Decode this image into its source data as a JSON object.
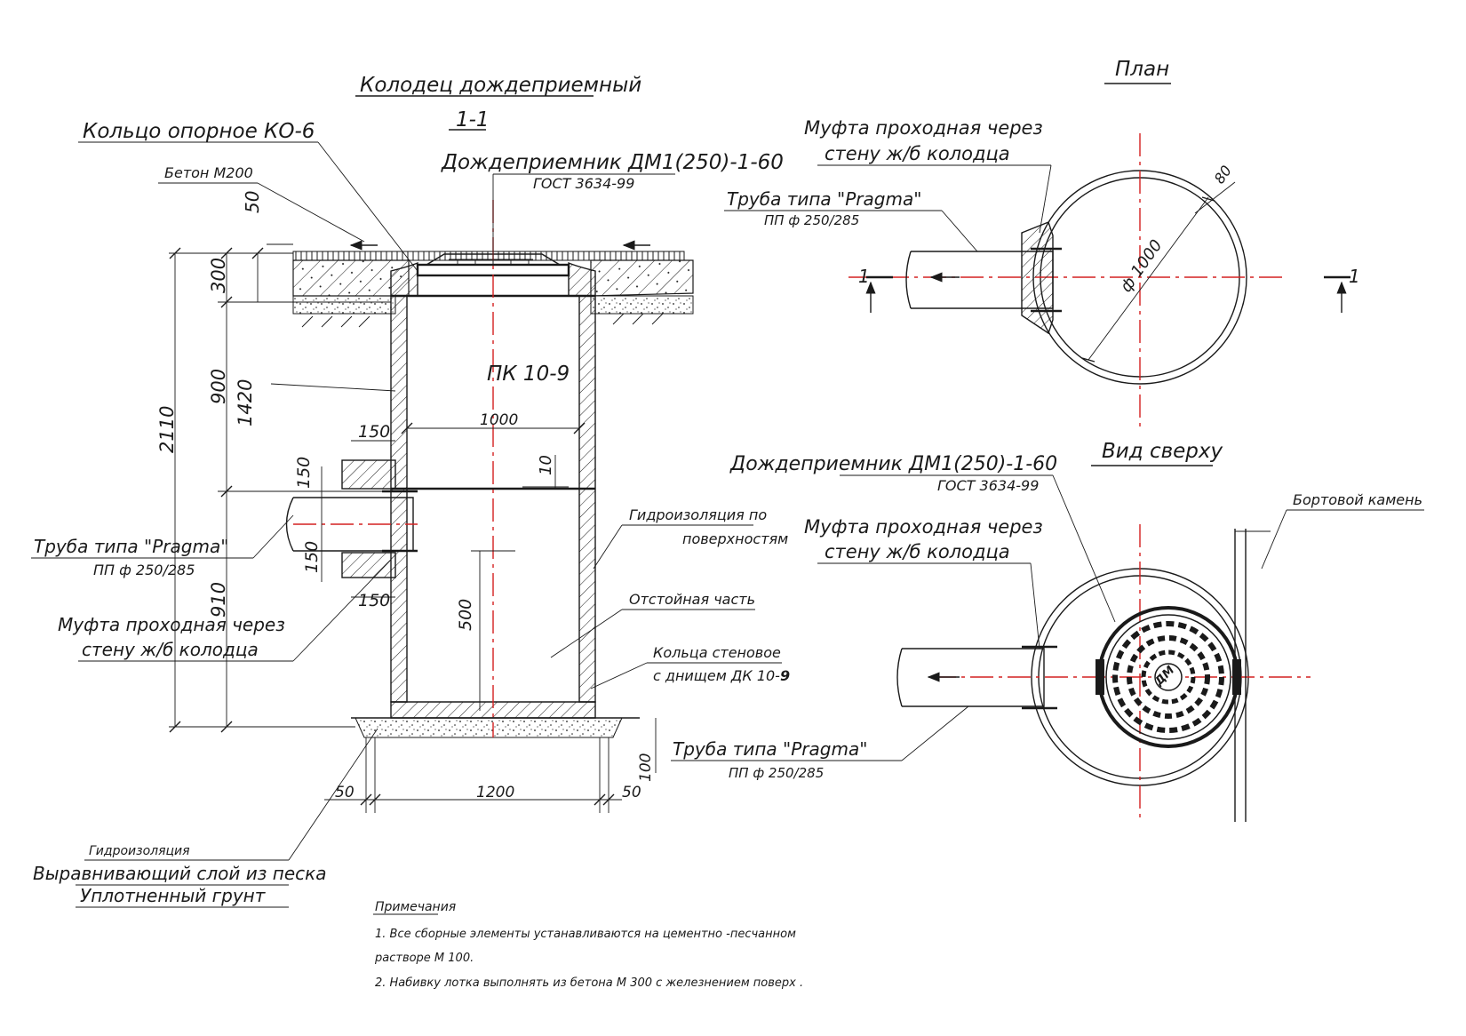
{
  "section": {
    "title": "Колодец дождеприемный",
    "section_mark": "1-1",
    "ring_support": "Кольцо опорное КО-6",
    "concrete": "Бетон М200",
    "inlet": "Дождеприемник ДМ1(250)-1-60",
    "inlet_gost": "ГОСТ 3634-99",
    "shaft_label": "ПК 10-9",
    "pipe": "Труба типа \"Pragma\"",
    "pipe_spec": "ПП  ф 250/285",
    "sleeve_1": "Муфта проходная через",
    "sleeve_2": "стену ж/б колодца",
    "waterproof_1": "Гидроизоляция по",
    "waterproof_2": "поверхностям",
    "sump": "Отстойная часть",
    "wall_rings_1": "Кольца стеновое",
    "wall_rings_2": "с днищем ДК 10-",
    "wall_rings_bold": "9",
    "layer_waterproof": "Гидроизоляция",
    "layer_sand": "Выравнивающий слой из песка",
    "layer_soil": "Уплотненный грунт",
    "dims": {
      "d50": "50",
      "d300": "300",
      "d900": "900",
      "d1420": "1420",
      "d2110": "2110",
      "d150a": "150",
      "d150b": "150",
      "d150c": "150",
      "d150d": "150",
      "d1000": "1000",
      "d10": "10",
      "d500": "500",
      "d910": "910",
      "d100": "100",
      "d1200": "1200",
      "d50l": "50",
      "d50r": "50"
    }
  },
  "plan": {
    "title": "План",
    "sleeve_1": "Муфта проходная через",
    "sleeve_2": "стену ж/б колодца",
    "pipe": "Труба типа \"Pragma\"",
    "pipe_spec": "ПП ф 250/285",
    "dia": "ф 1000",
    "d80": "80",
    "cut_left": "1",
    "cut_right": "1"
  },
  "top_view": {
    "title": "Вид сверху",
    "inlet": "Дождеприемник ДМ1(250)-1-60",
    "inlet_gost": "ГОСТ 3634-99",
    "curb": "Бортовой камень",
    "sleeve_1": "Муфта проходная через",
    "sleeve_2": "стену ж/б колодца",
    "pipe": "Труба типа \"Pragma\"",
    "pipe_spec": "ПП ф 250/285",
    "grate_mark": "ДМ"
  },
  "notes": {
    "title": "Примечания",
    "line1": "1.  Все сборные элементы устанавливаются на цементно -песчанном",
    "line2": "растворе М  100.",
    "line3": "2.  Набивку лотка выполнять из бетона М  300   с железнением поверх ."
  },
  "colors": {
    "line": "#1a1a1a",
    "axis": "#d42020"
  }
}
